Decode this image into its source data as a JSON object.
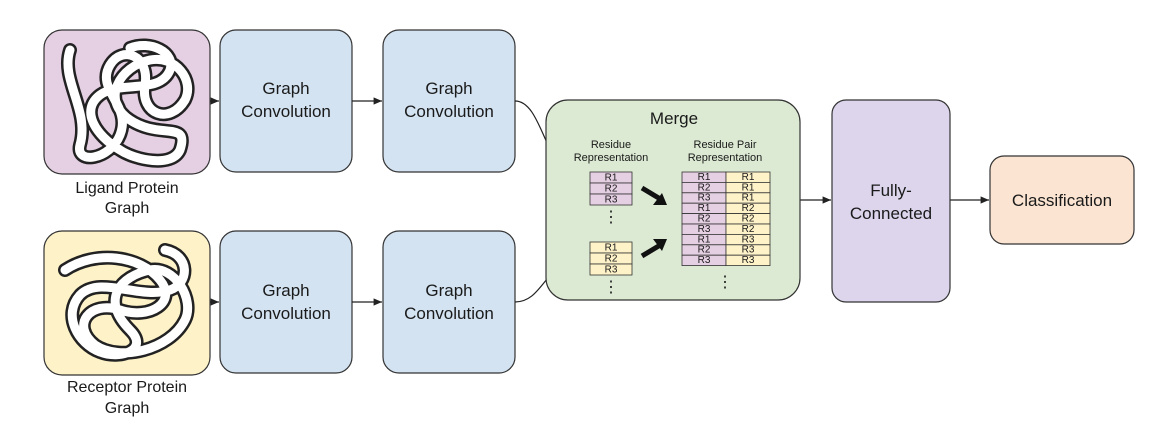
{
  "ligand": {
    "caption_line1": "Ligand Protein",
    "caption_line2": "Graph",
    "fill": "#e5cfe2"
  },
  "receptor": {
    "caption_line1": "Receptor Protein",
    "caption_line2": "Graph",
    "fill": "#fdf2c8"
  },
  "conv": {
    "line1": "Graph",
    "line2": "Convolution",
    "fill": "#d3e3f2"
  },
  "merge": {
    "title": "Merge",
    "fill": "#dcead3",
    "residue_header_line1": "Residue",
    "residue_header_line2": "Representation",
    "pair_header_line1": "Residue Pair",
    "pair_header_line2": "Representation",
    "ligand_cells": [
      "R1",
      "R2",
      "R3"
    ],
    "receptor_cells": [
      "R1",
      "R2",
      "R3"
    ],
    "pair_rows": [
      [
        "R1",
        "R1"
      ],
      [
        "R2",
        "R1"
      ],
      [
        "R3",
        "R1"
      ],
      [
        "R1",
        "R2"
      ],
      [
        "R2",
        "R2"
      ],
      [
        "R3",
        "R2"
      ],
      [
        "R1",
        "R3"
      ],
      [
        "R2",
        "R3"
      ],
      [
        "R3",
        "R3"
      ]
    ],
    "ellipsis": "⋮"
  },
  "fc": {
    "line1": "Fully-",
    "line2": "Connected",
    "fill": "#dcd5ec"
  },
  "classification": {
    "label": "Classification",
    "fill": "#fbe5d2"
  },
  "cell_colors": {
    "ligand": "#e5cfe2",
    "receptor": "#fdf2c8"
  }
}
